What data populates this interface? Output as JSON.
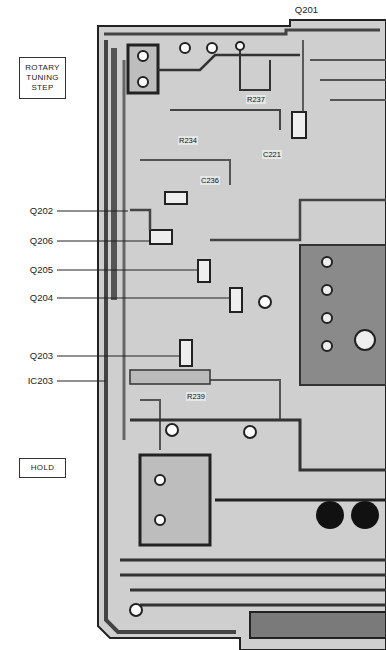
{
  "diagram": {
    "nodes": [
      {
        "text": [
          "ROTARY TUNING STEP"
        ]
      },
      {
        "text": [
          "HOLD"
        ]
      }
    ],
    "labels": [
      "Q201",
      "Q202",
      "Q206",
      "Q205",
      "Q204",
      "Q203",
      "IC203",
      "R237",
      "R234",
      "C236",
      "C221",
      "R239"
    ]
  }
}
